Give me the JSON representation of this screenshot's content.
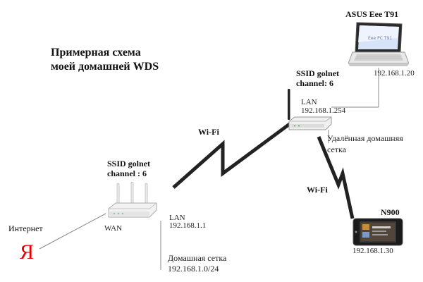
{
  "title": {
    "line1": "Примерная схема",
    "line2": "моей домашней WDS"
  },
  "internet": {
    "label": "Интернет",
    "logo": "Я",
    "logo_color": "#e60000"
  },
  "main_router": {
    "ssid": "SSID golnet",
    "channel": "channel : 6",
    "wan_label": "WAN",
    "lan_label": "LAN",
    "lan_ip": "192.168.1.1",
    "home_net_label": "Домашная сетка",
    "home_net_ip": "192.168.1.0/24",
    "icon": "router-icon"
  },
  "remote_router": {
    "ssid": "SSID golnet",
    "channel": "channel: 6",
    "lan_label": "LAN",
    "lan_ip": "192.168.1.254",
    "remote_net_line1": "Удалённая домашняя",
    "remote_net_line2": "сетка",
    "icon": "router-icon"
  },
  "laptop": {
    "name": "ASUS Eee T91",
    "ip": "192.168.1.20",
    "icon": "laptop-icon"
  },
  "phone": {
    "name": "N900",
    "ip": "192.168.1.30",
    "icon": "phone-icon"
  },
  "links": {
    "wifi_main": "Wi-Fi",
    "wifi_phone": "Wi-Fi"
  },
  "colors": {
    "link": "#222222",
    "wire": "#888888"
  }
}
